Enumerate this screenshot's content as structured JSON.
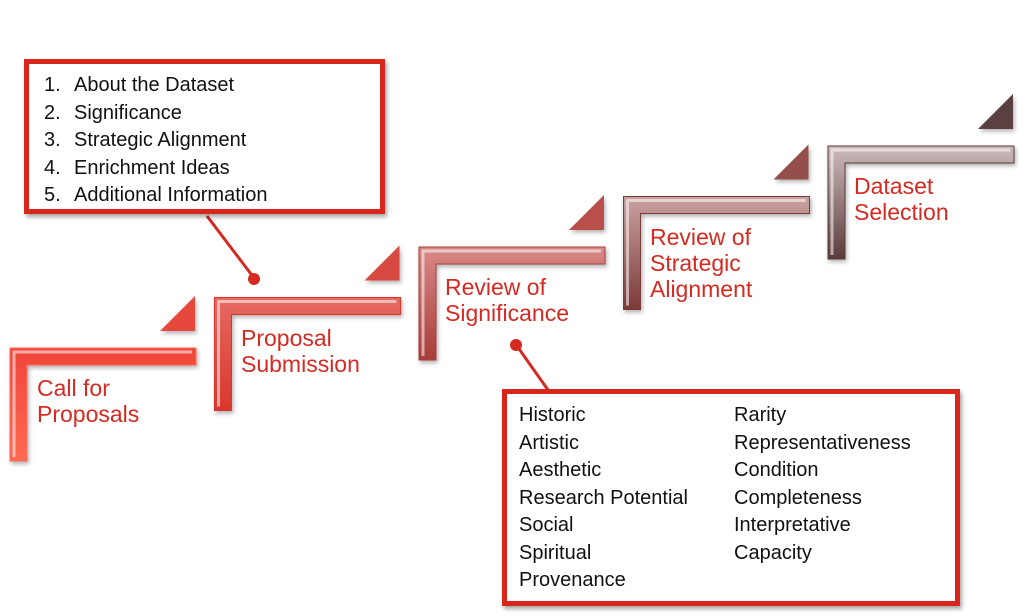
{
  "diagram": {
    "title": "Dataset selection process",
    "steps": [
      {
        "label_lines": [
          "Call for",
          "Proposals"
        ],
        "color_top": "#f0453a",
        "color_bottom": "#ff6a55",
        "arrow_color": "#e8463c"
      },
      {
        "label_lines": [
          "Proposal",
          "Submission"
        ],
        "color_top": "#e66a63",
        "color_bottom": "#d9362c",
        "arrow_color": "#d84a42"
      },
      {
        "label_lines": [
          "Review of",
          "Significance"
        ],
        "color_top": "#d88a88",
        "color_bottom": "#a83c3a",
        "arrow_color": "#b8504c"
      },
      {
        "label_lines": [
          "Review of",
          "Strategic",
          "Alignment"
        ],
        "color_top": "#caa2a2",
        "color_bottom": "#7a3a38",
        "arrow_color": "#94504c"
      },
      {
        "label_lines": [
          "Dataset",
          "Selection"
        ],
        "color_top": "#cdbcbc",
        "color_bottom": "#5a3a3a",
        "arrow_color": "#5a4040"
      }
    ],
    "proposal_callout": {
      "items": [
        {
          "num": "1.",
          "text": "About the Dataset"
        },
        {
          "num": "2.",
          "text": "Significance"
        },
        {
          "num": "3.",
          "text": "Strategic Alignment"
        },
        {
          "num": "4.",
          "text": "Enrichment Ideas"
        },
        {
          "num": "5.",
          "text": "Additional Information"
        }
      ]
    },
    "significance_callout": {
      "column_left": [
        "Historic",
        "Artistic",
        "Aesthetic",
        "Research Potential",
        "Social",
        "Spiritual",
        "Provenance"
      ],
      "column_right": [
        "Rarity",
        "Representativeness",
        "Condition",
        "Completeness",
        "Interpretative",
        "Capacity"
      ]
    },
    "colors": {
      "label_text": "#d42a22",
      "callout_border": "#d9261c",
      "connector": "#d42a22"
    }
  }
}
